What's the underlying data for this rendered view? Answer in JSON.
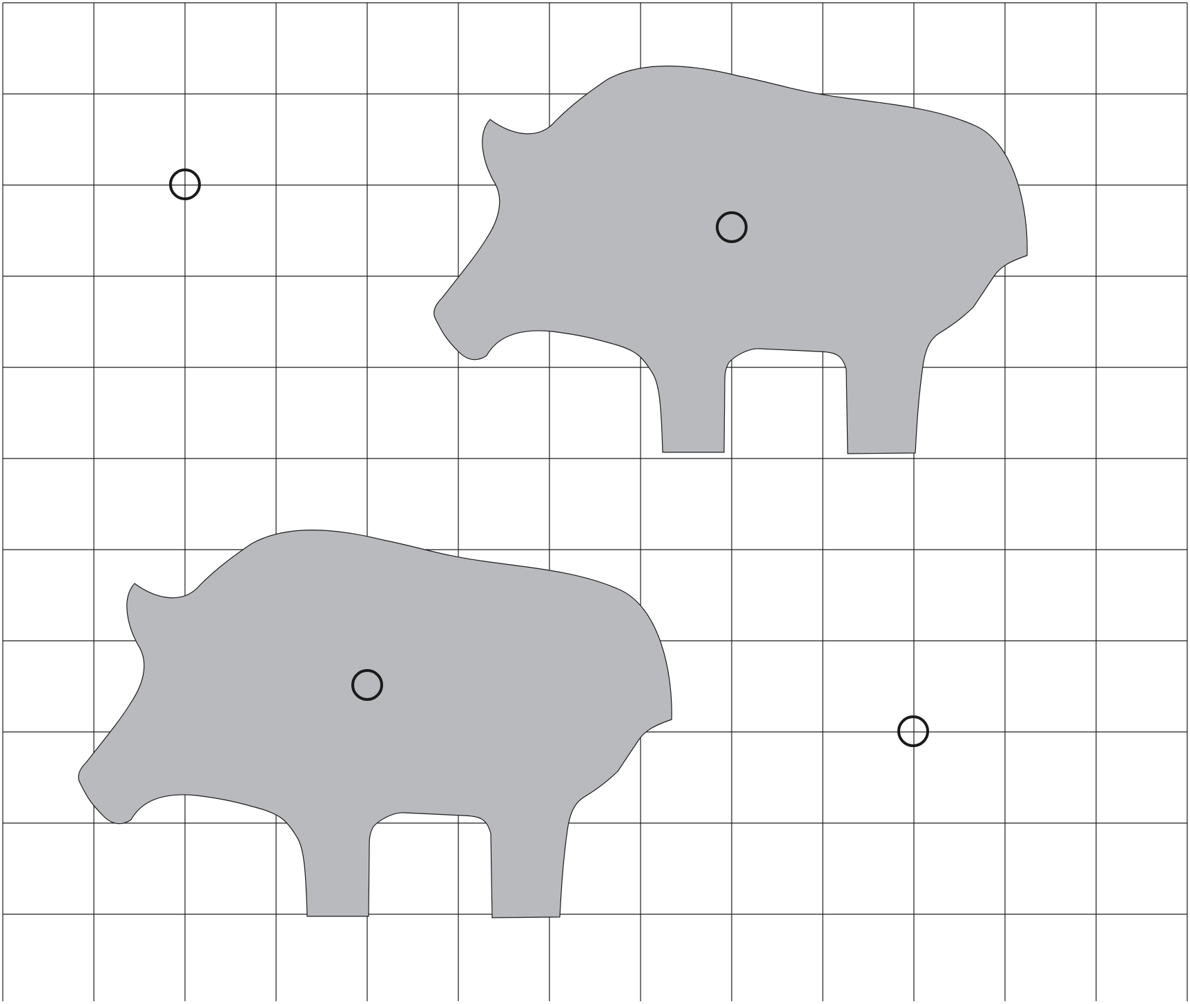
{
  "figure": {
    "grid": {
      "columns": 13,
      "rows": 11,
      "line_color": "#1a1a1a"
    },
    "shapes": [
      {
        "name": "animal-silhouette-top",
        "fill": "#b9babd",
        "outline": "#1a1a1a"
      },
      {
        "name": "animal-silhouette-bottom",
        "fill": "#b9babd",
        "outline": "#1a1a1a"
      }
    ],
    "markers": [
      {
        "name": "marker-top-left",
        "shape": "open-circle",
        "color": "#1a1a1a"
      },
      {
        "name": "marker-top-animal",
        "shape": "open-circle",
        "color": "#1a1a1a"
      },
      {
        "name": "marker-bottom-animal",
        "shape": "open-circle",
        "color": "#1a1a1a"
      },
      {
        "name": "marker-bottom-right",
        "shape": "open-circle",
        "color": "#1a1a1a"
      }
    ]
  }
}
